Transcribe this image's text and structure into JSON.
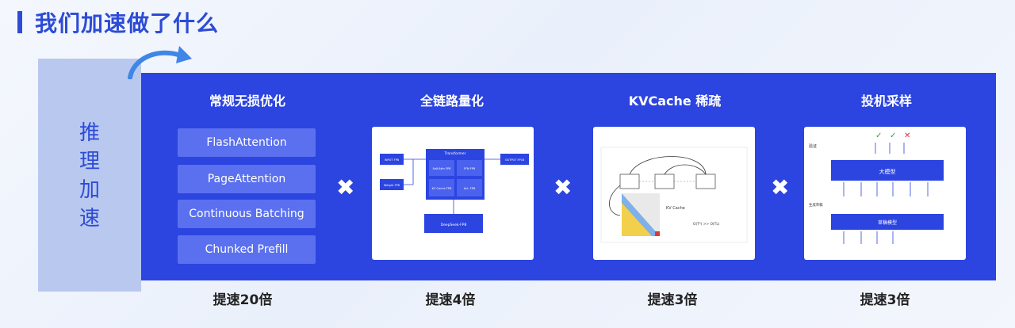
{
  "page": {
    "title": "我们加速做了什么"
  },
  "side": {
    "chars": [
      "推",
      "理",
      "加",
      "速"
    ]
  },
  "columns": [
    {
      "title": "常规无损优化",
      "speedup": "提速20倍",
      "items": [
        "FlashAttention",
        "PageAttention",
        "Continuous Batching",
        "Chunked Prefill"
      ]
    },
    {
      "title": "全链路量化",
      "speedup": "提速4倍",
      "diagram": {
        "top_label": "Transformer",
        "left_top": "INPUT FP8",
        "left_bottom": "Weight FP8",
        "cells": [
          "Self-Attn FP8",
          "FFN FP8",
          "KV Cache FP8",
          "Act. FP8"
        ],
        "right": "OUTPUT FP16",
        "bottom": "DeepSeek-FP8"
      }
    },
    {
      "title": "KVCache 稀疏",
      "speedup": "提速3倍",
      "diagram": {
        "kv_label": "KV Cache",
        "complexity": "O(T²) >> O(TL)"
      }
    },
    {
      "title": "投机采样",
      "speedup": "提速3倍",
      "diagram": {
        "verify_label": "验证",
        "draft_label": "生成草稿",
        "big_model": "大模型",
        "draft_model": "草稿模型",
        "marks": [
          "✓",
          "✓",
          "✕"
        ]
      }
    }
  ],
  "separator": "✖"
}
